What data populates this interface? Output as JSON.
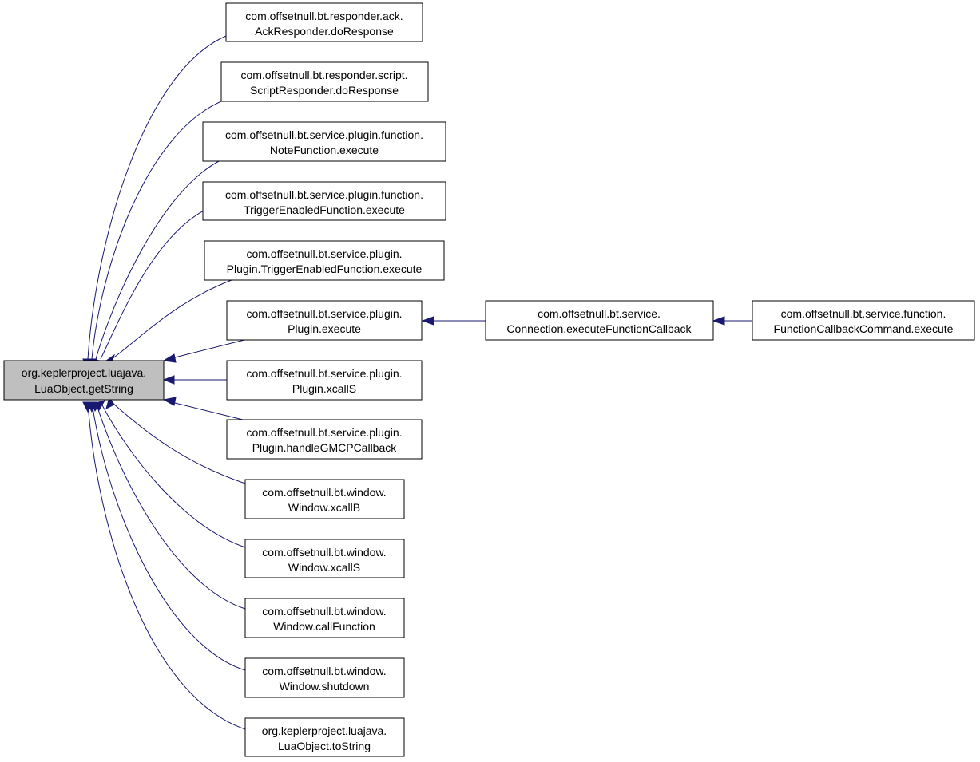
{
  "focus_node": {
    "line1": "org.keplerproject.luajava.",
    "line2": "LuaObject.getString"
  },
  "callers": [
    {
      "line1": "com.offsetnull.bt.responder.ack.",
      "line2": "AckResponder.doResponse"
    },
    {
      "line1": "com.offsetnull.bt.responder.script.",
      "line2": "ScriptResponder.doResponse"
    },
    {
      "line1": "com.offsetnull.bt.service.plugin.function.",
      "line2": "NoteFunction.execute"
    },
    {
      "line1": "com.offsetnull.bt.service.plugin.function.",
      "line2": "TriggerEnabledFunction.execute"
    },
    {
      "line1": "com.offsetnull.bt.service.plugin.",
      "line2": "Plugin.TriggerEnabledFunction.execute"
    },
    {
      "line1": "com.offsetnull.bt.service.plugin.",
      "line2": "Plugin.execute"
    },
    {
      "line1": "com.offsetnull.bt.service.plugin.",
      "line2": "Plugin.xcallS"
    },
    {
      "line1": "com.offsetnull.bt.service.plugin.",
      "line2": "Plugin.handleGMCPCallback"
    },
    {
      "line1": "com.offsetnull.bt.window.",
      "line2": "Window.xcallB"
    },
    {
      "line1": "com.offsetnull.bt.window.",
      "line2": "Window.xcallS"
    },
    {
      "line1": "com.offsetnull.bt.window.",
      "line2": "Window.callFunction"
    },
    {
      "line1": "com.offsetnull.bt.window.",
      "line2": "Window.shutdown"
    },
    {
      "line1": "org.keplerproject.luajava.",
      "line2": "LuaObject.toString"
    }
  ],
  "chain": [
    {
      "line1": "com.offsetnull.bt.service.",
      "line2": "Connection.executeFunctionCallback"
    },
    {
      "line1": "com.offsetnull.bt.service.function.",
      "line2": "FunctionCallbackCommand.execute"
    }
  ],
  "colors": {
    "edge": "#191970",
    "focus_fill": "#bfbfbf",
    "node_fill": "#ffffff",
    "border": "#000000"
  }
}
